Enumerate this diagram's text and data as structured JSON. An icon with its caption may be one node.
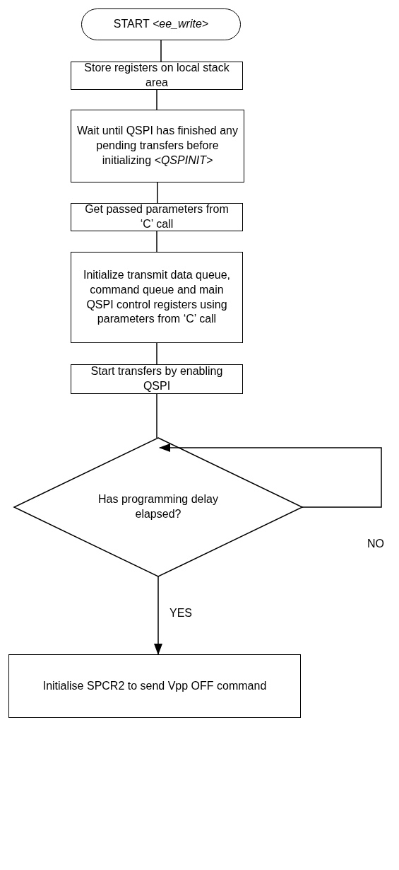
{
  "diagram": {
    "nodes": [
      {
        "text": [
          "START *<ee_write>*"
        ]
      },
      {
        "text": [
          "Store registers on local stack area"
        ]
      },
      {
        "text": [
          "Wait until QSPI has finished any pending transfers before initializing *<QSPINIT>*"
        ]
      },
      {
        "text": [
          "Get passed parameters from ‘C’ call"
        ]
      },
      {
        "text": [
          "Initialize transmit data queue, command queue and main QSPI control registers using parameters from ‘C’ call"
        ]
      },
      {
        "text": [
          "Start transfers by enabling QSPI"
        ]
      },
      {
        "text": [
          "Has programming delay elapsed?"
        ]
      },
      {
        "text": [
          "Initialise SPCR2 to send Vpp OFF command"
        ]
      }
    ],
    "edges": [
      {
        "from": 0,
        "to": 1,
        "arrow": "none"
      },
      {
        "from": 1,
        "to": 2,
        "arrow": "none"
      },
      {
        "from": 2,
        "to": 3,
        "arrow": "none"
      },
      {
        "from": 3,
        "to": 4,
        "arrow": "none"
      },
      {
        "from": 4,
        "to": 5,
        "arrow": "none"
      },
      {
        "from": 5,
        "to": 6,
        "arrow": "none"
      },
      {
        "from": 6,
        "to": 6,
        "arrow": "to",
        "label": "NO"
      },
      {
        "from": 6,
        "to": 7,
        "arrow": "to",
        "label": "YES"
      }
    ]
  }
}
